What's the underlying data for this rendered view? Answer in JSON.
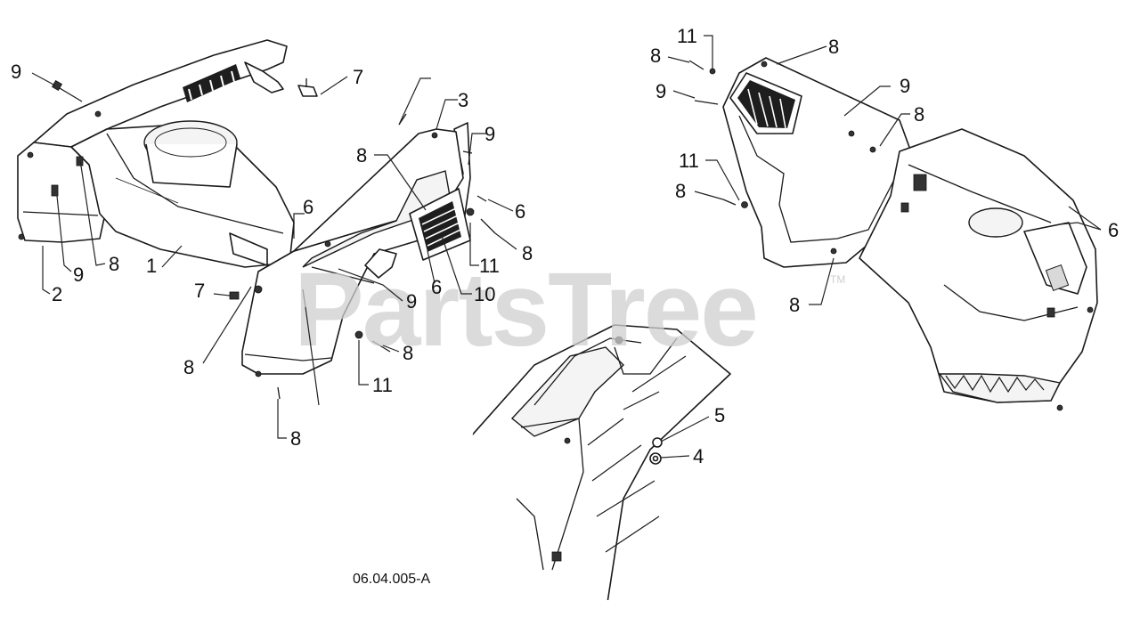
{
  "diagram": {
    "reference_code": "06.04.005-A",
    "watermark": "PartsTree",
    "watermark_mark": "TM",
    "callouts": {
      "left_assembly": [
        "9",
        "9",
        "8",
        "2",
        "1",
        "6",
        "7",
        "7",
        "3",
        "9",
        "8",
        "6",
        "8",
        "11",
        "6",
        "10",
        "9",
        "8",
        "11",
        "8",
        "8"
      ],
      "right_assembly": [
        "11",
        "8",
        "8",
        "9",
        "9",
        "8",
        "11",
        "8",
        "6",
        "8"
      ],
      "detail_view": [
        "5",
        "4"
      ]
    }
  }
}
